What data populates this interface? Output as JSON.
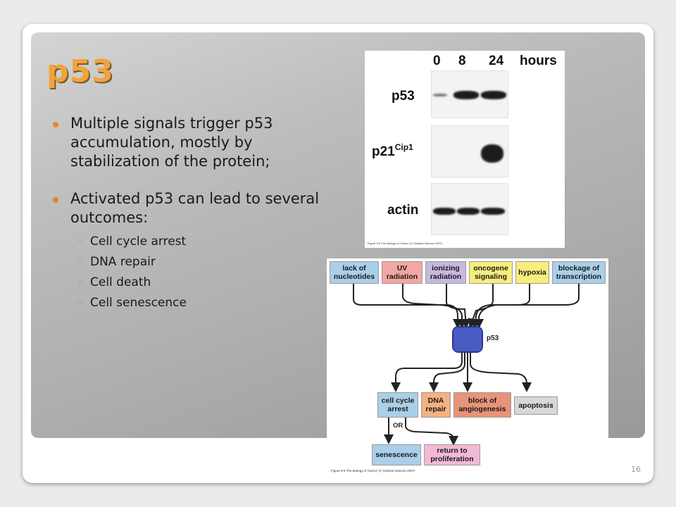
{
  "slide": {
    "title": "p53",
    "bullets": [
      {
        "text": "Multiple signals trigger p53 accumulation, mostly by stabilization of the protein;"
      },
      {
        "text": "Activated p53 can lead to several outcomes:",
        "sub": [
          "Cell cycle arrest",
          "DNA repair",
          "Cell death",
          "Cell senescence"
        ]
      }
    ],
    "page_number": "16"
  },
  "blot_figure": {
    "time_labels": [
      "0",
      "8",
      "24",
      "hours"
    ],
    "rows": [
      {
        "label": "p53",
        "sup": ""
      },
      {
        "label": "p21",
        "sup": "Cip1"
      },
      {
        "label": "actin",
        "sup": ""
      }
    ],
    "caption": "Figure 9-9 The Biology of Cancer (© Garland Science 2007)"
  },
  "pathway_figure": {
    "signals": [
      "lack of nucleotides",
      "UV radiation",
      "ionizing radiation",
      "oncogene signaling",
      "hypoxia",
      "blockage of transcription"
    ],
    "center_label": "p53",
    "outcomes": [
      "cell cycle arrest",
      "DNA repair",
      "block of angiogenesis",
      "apoptosis"
    ],
    "or_label": "OR",
    "final": [
      "senescence",
      "return to proliferation"
    ],
    "caption": "Figure 9-8 The Biology of Cancer (© Garland Science 2007)",
    "colors": {
      "blue": "#a9cfe9",
      "pink": "#f2a7a4",
      "lavender": "#c8b8e0",
      "yellow": "#f7ee7e",
      "orange": "#f4b183",
      "salmon": "#e8937a",
      "gray": "#d8d8d8",
      "light_pink": "#f2b9d5",
      "p53_fill": "#4a5cc4"
    }
  }
}
